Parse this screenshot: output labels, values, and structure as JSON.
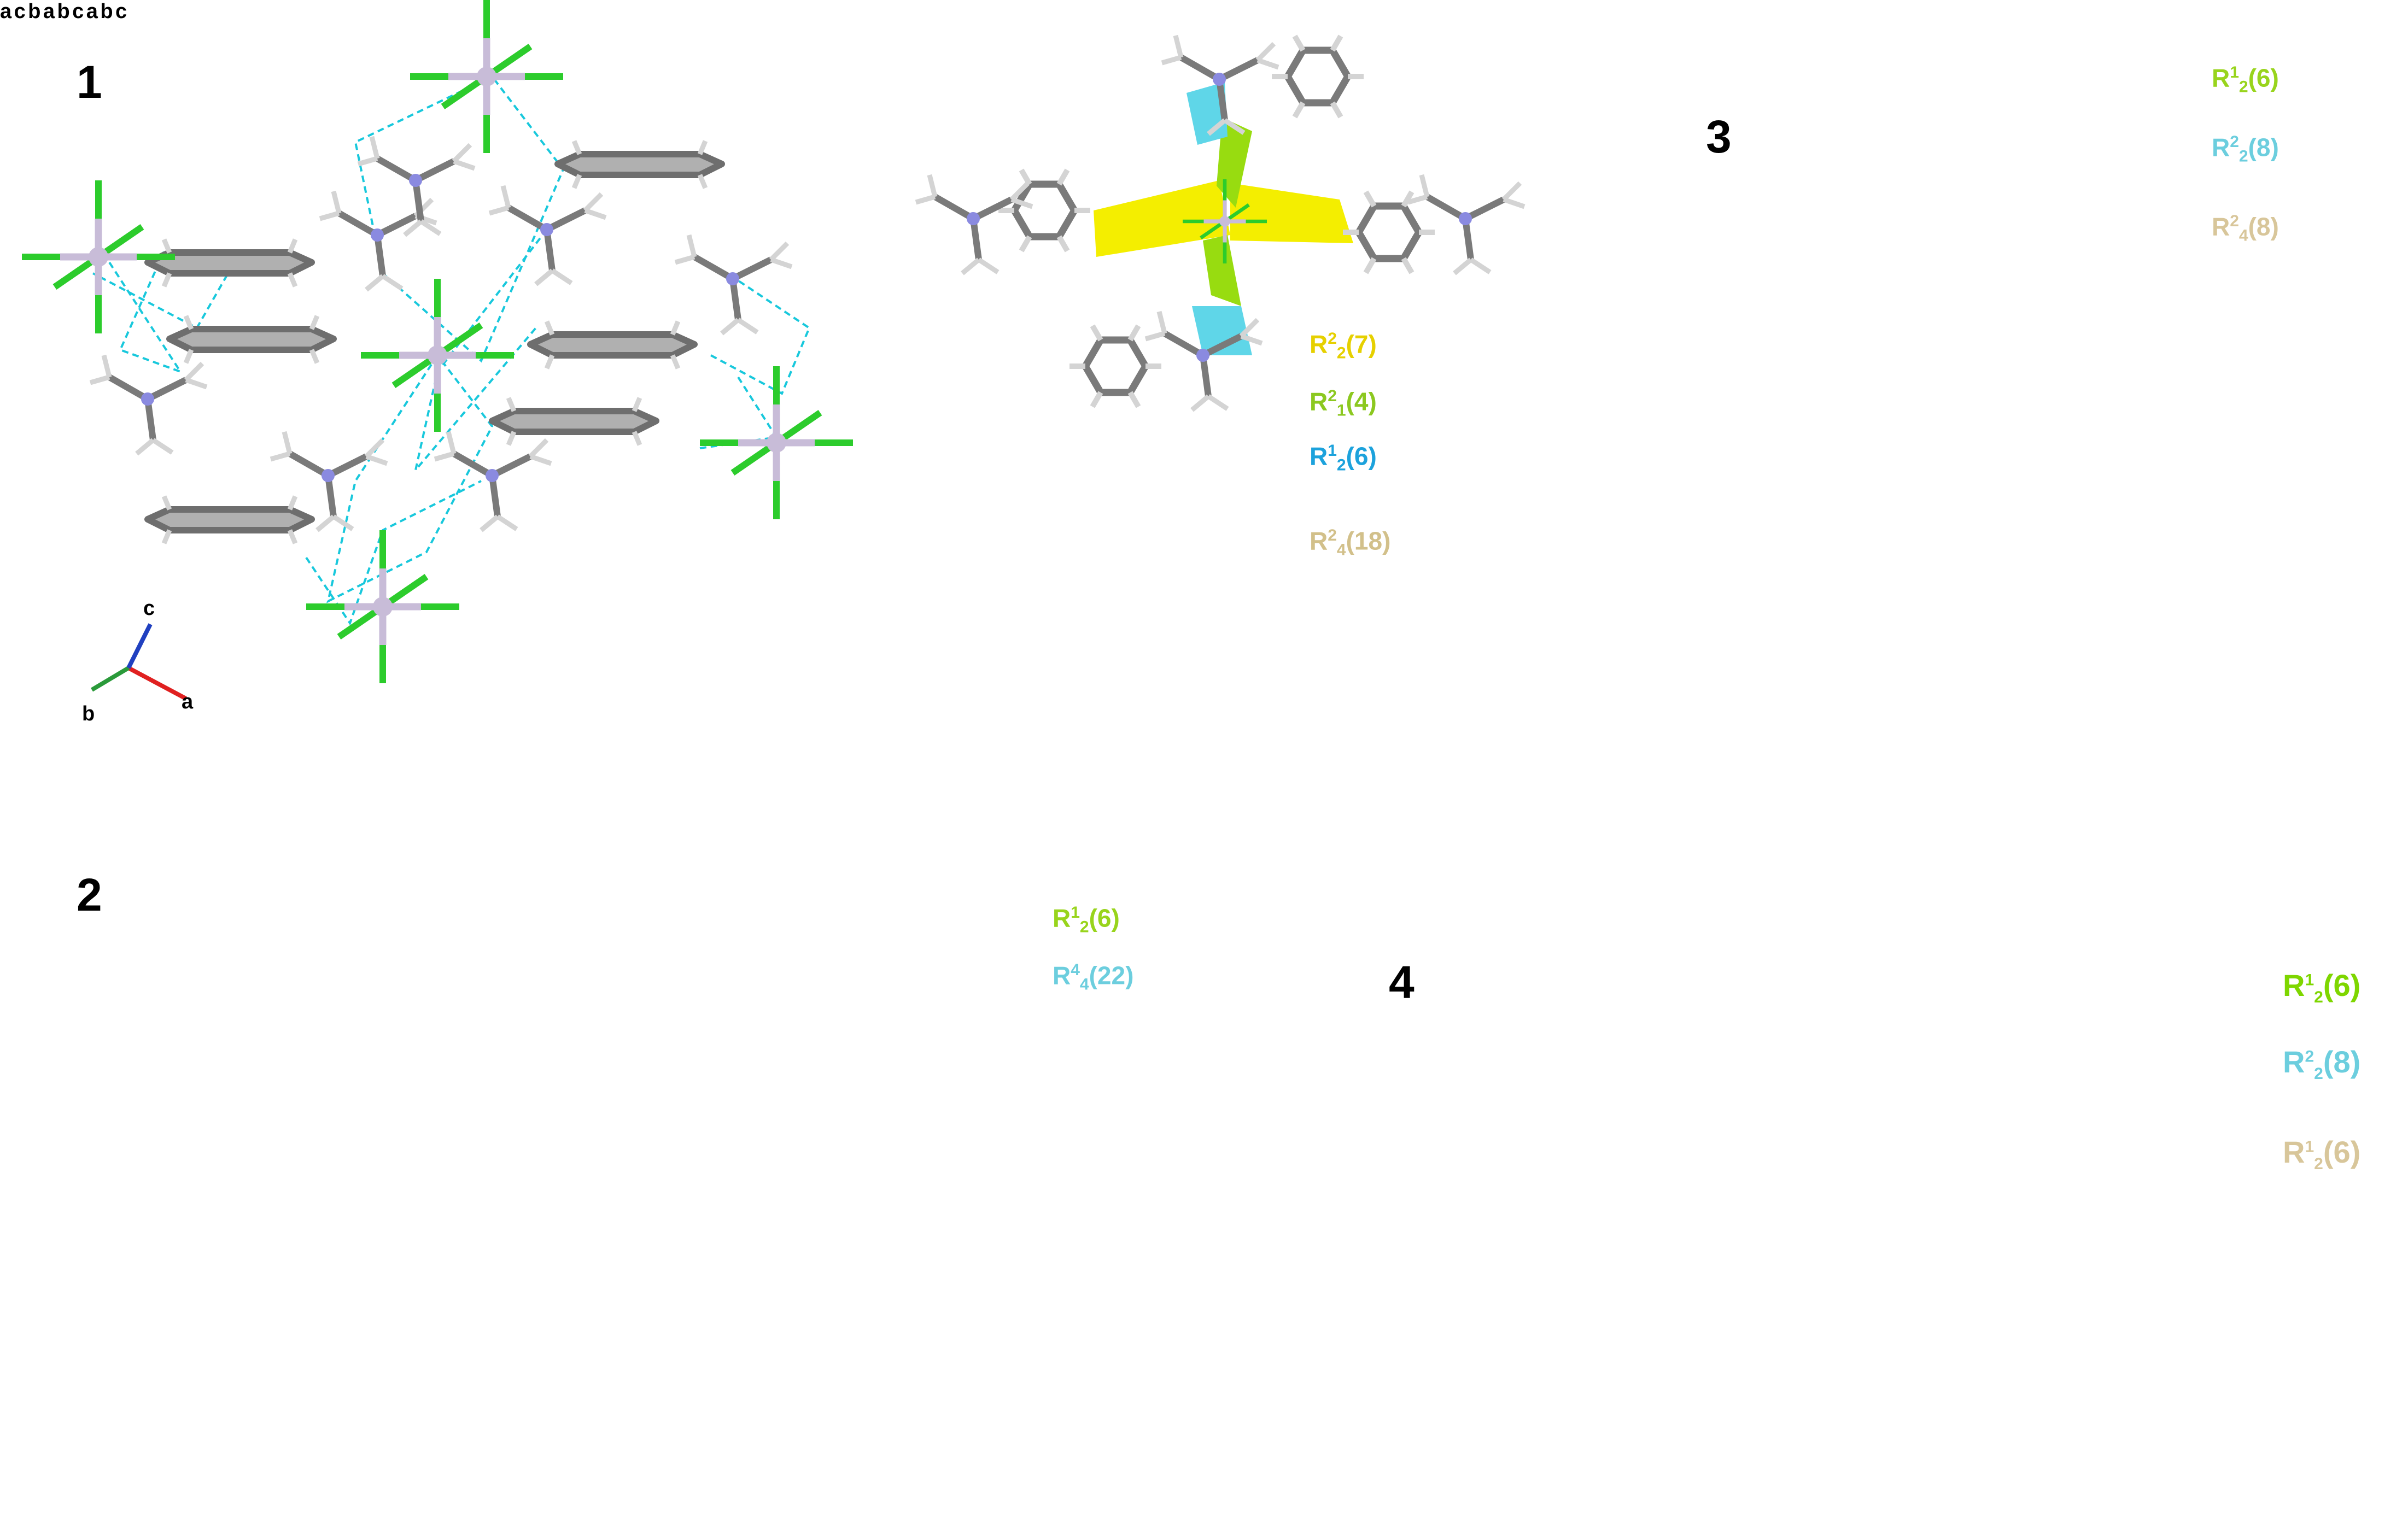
{
  "panels": [
    {
      "id": "1",
      "label": "1"
    },
    {
      "id": "2",
      "label": "2"
    },
    {
      "id": "3",
      "label": "3"
    },
    {
      "id": "4",
      "label": "4"
    }
  ],
  "colors": {
    "hbond": "#18c8dc",
    "pi_stack": "#22cc55",
    "carbon": "#7a7a7a",
    "hydrogen": "#d4d4d4",
    "nitrogen": "#8a8ae0",
    "chlorine": "#2ccc2c",
    "metal_1": "#c8bcd8",
    "metal_2": "#f2b820",
    "phosphorus": "#d25c1e",
    "ring_yellow": "#f4ee00",
    "ring_green": "#98dc10",
    "ring_cyan": "#5fd6e8",
    "ring_tan": "#e4d4a8",
    "highlight": "#f0a4c4"
  },
  "motifs": {
    "p1": [
      {
        "R": "R",
        "sup": "2",
        "sub": "2",
        "ring": "(7)",
        "color": "#e6d000"
      },
      {
        "R": "R",
        "sup": "2",
        "sub": "1",
        "ring": "(4)",
        "color": "#8cc820"
      },
      {
        "R": "R",
        "sup": "1",
        "sub": "2",
        "ring": "(6)",
        "color": "#1ca2dc"
      }
    ],
    "p1b": [
      {
        "R": "R",
        "sup": "2",
        "sub": "4",
        "ring": "(18)",
        "color": "#d2c08a"
      }
    ],
    "p2": [
      {
        "R": "R",
        "sup": "1",
        "sub": "2",
        "ring": "(6)",
        "color": "#98d41c"
      },
      {
        "R": "R",
        "sup": "4",
        "sub": "4",
        "ring": "(22)",
        "color": "#6ccede"
      }
    ],
    "p3": [
      {
        "R": "R",
        "sup": "1",
        "sub": "2",
        "ring": "(6)",
        "color": "#98d41c"
      },
      {
        "R": "R",
        "sup": "2",
        "sub": "2",
        "ring": "(8)",
        "color": "#6ccede"
      },
      {
        "R": "R",
        "sup": "2",
        "sub": "4",
        "ring": "(8)",
        "color": "#d8c69a"
      }
    ],
    "p4": [
      {
        "R": "R",
        "sup": "1",
        "sub": "2",
        "ring": "(6)",
        "color": "#7ed600"
      },
      {
        "R": "R",
        "sup": "2",
        "sub": "2",
        "ring": "(8)",
        "color": "#6ccede"
      },
      {
        "R": "R",
        "sup": "1",
        "sub": "2",
        "ring": "(6)",
        "color": "#d8c69a"
      }
    ]
  },
  "axes": {
    "p1": {
      "a": "a",
      "b": "b",
      "c": "c"
    },
    "p2": {
      "a": "a",
      "b": "b",
      "c": "c"
    },
    "p3": {
      "a": "a",
      "b": "b",
      "c": "c"
    },
    "p4": {
      "a": "a",
      "b": "b",
      "c": "c"
    }
  }
}
